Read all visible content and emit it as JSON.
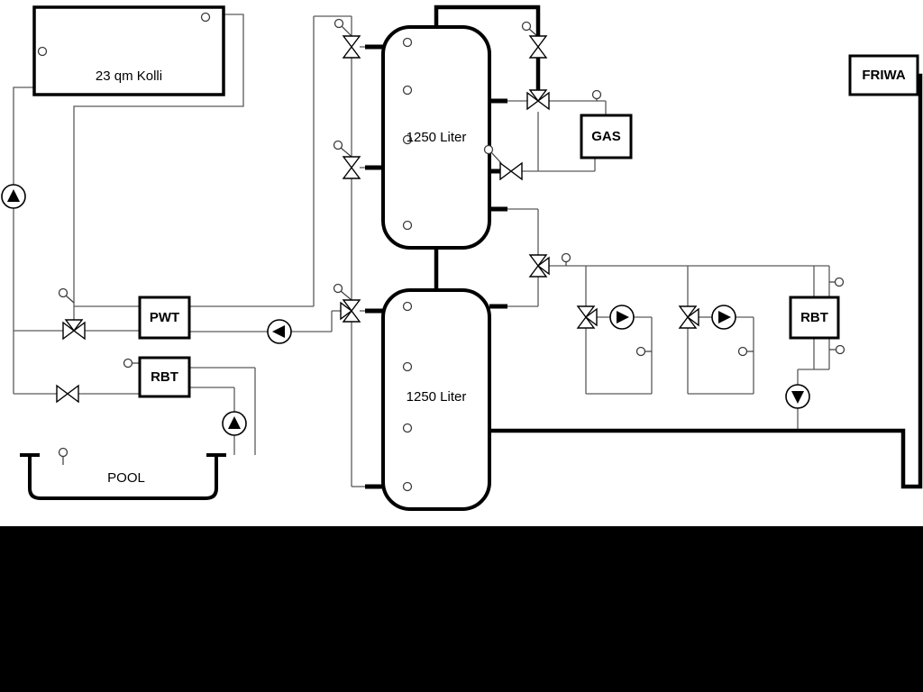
{
  "labels": {
    "collector": "23 qm Kolli",
    "tank_top": "1250 Liter",
    "tank_bottom": "1250 Liter",
    "gas": "GAS",
    "friwa": "FRIWA",
    "pwt": "PWT",
    "rbt_left": "RBT",
    "rbt_right": "RBT",
    "pool": "POOL"
  },
  "colors": {
    "background": "#ffffff",
    "pipe_thin": "#5a5a5a",
    "pipe_thick": "#000000",
    "box_border": "#000000",
    "symbol_fill": "#ffffff",
    "footer": "#000000"
  },
  "symbols": {
    "pump": "circle with solid black triangle showing flow direction",
    "valve": "two outlined triangles meeting at a point (bowtie)",
    "three_way_valve": "bowtie with a third triangle",
    "sensor": "small circle with a stem line"
  }
}
